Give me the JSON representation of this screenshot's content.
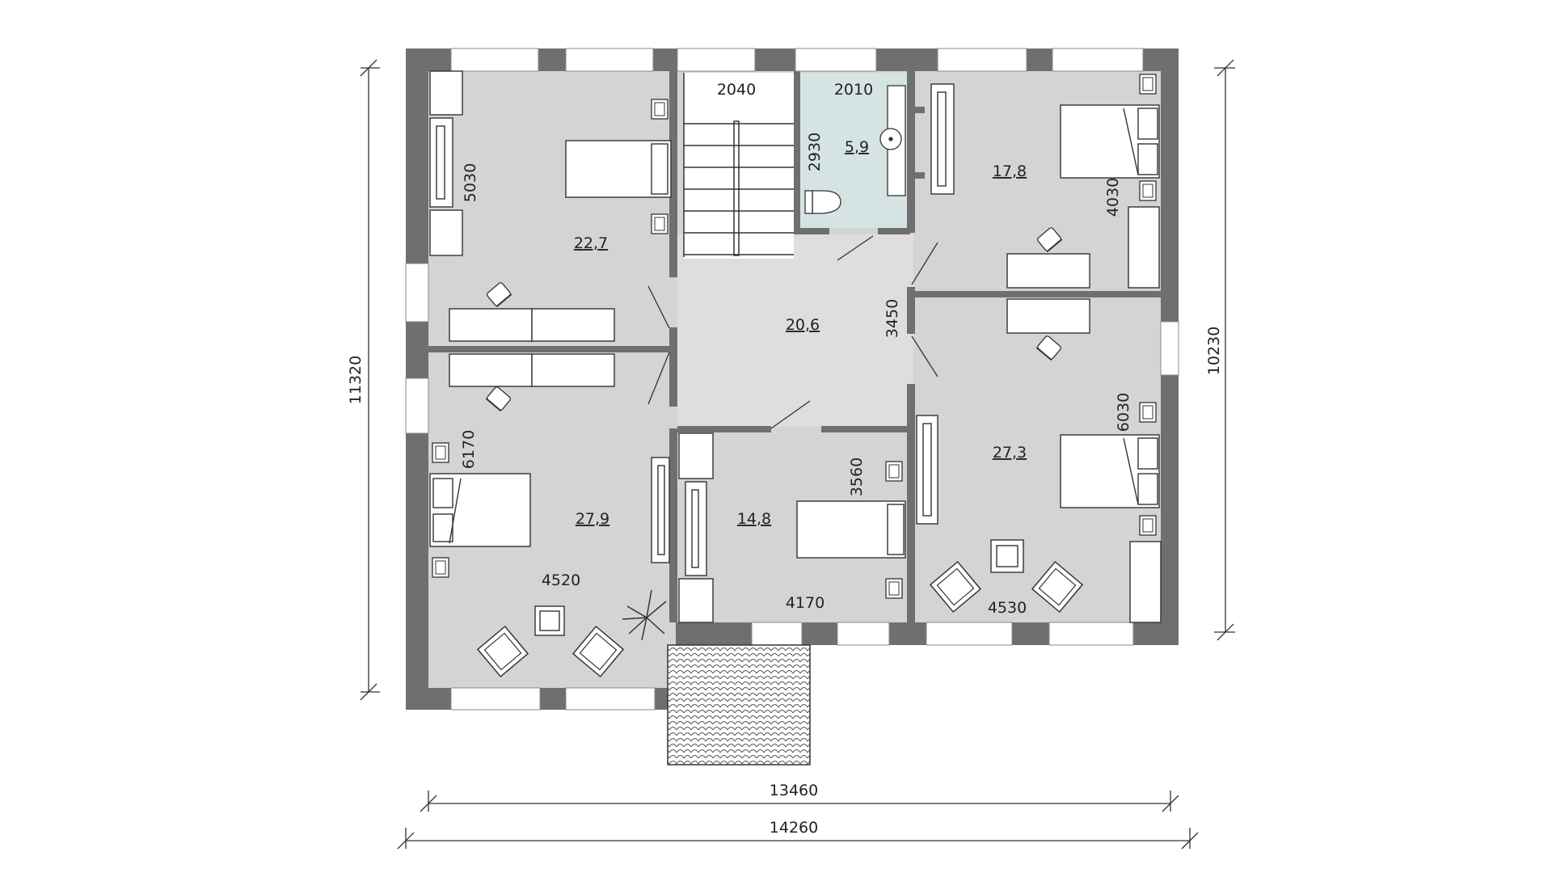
{
  "colors": {
    "wall": "#6f6f6f",
    "room": "#d4d4d4",
    "hall": "#dedede",
    "bath": "#d6e3e3",
    "line": "#333333",
    "furniture": "#ffffff"
  },
  "rooms": {
    "bedroom_nw": {
      "area": "22,7",
      "dim_v": "5030"
    },
    "stair": {
      "dim_h": "2040"
    },
    "bathroom": {
      "area": "5,9",
      "dim_h": "2010",
      "dim_v": "2930"
    },
    "bedroom_ne": {
      "area": "17,8",
      "dim_v": "4030"
    },
    "hall": {
      "area": "20,6",
      "dim_v": "3450"
    },
    "bedroom_sw": {
      "area": "27,9",
      "dim_v": "6170",
      "dim_h": "4520"
    },
    "bedroom_s": {
      "area": "14,8",
      "dim_v": "3560",
      "dim_h": "4170"
    },
    "bedroom_se": {
      "area": "27,3",
      "dim_v": "6030",
      "dim_h": "4530"
    }
  },
  "dimensions": {
    "overall_height_left": "11320",
    "overall_height_right": "10230",
    "inner_width": "13460",
    "overall_width": "14260"
  }
}
